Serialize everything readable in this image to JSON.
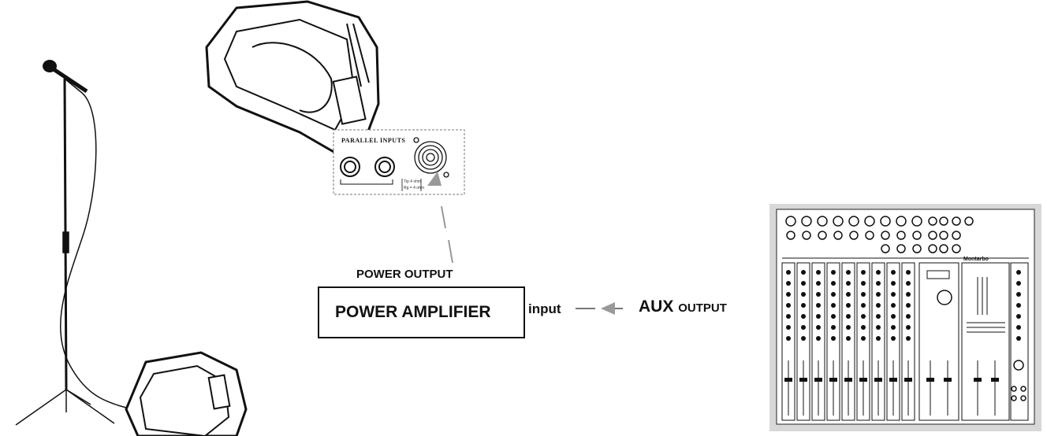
{
  "labels": {
    "power_output": "POWER OUTPUT",
    "power_amplifier": "POWER AMPLIFIER",
    "input": "input",
    "aux_main": "AUX",
    "aux_small": "OUTPUT"
  },
  "speaker_panel": {
    "title": "PARALLEL INPUTS",
    "note_left_1": "Tip 4 ohm",
    "note_left_2": "Rg = 4 ohm"
  },
  "mixer": {
    "brand": "Montarbo"
  }
}
